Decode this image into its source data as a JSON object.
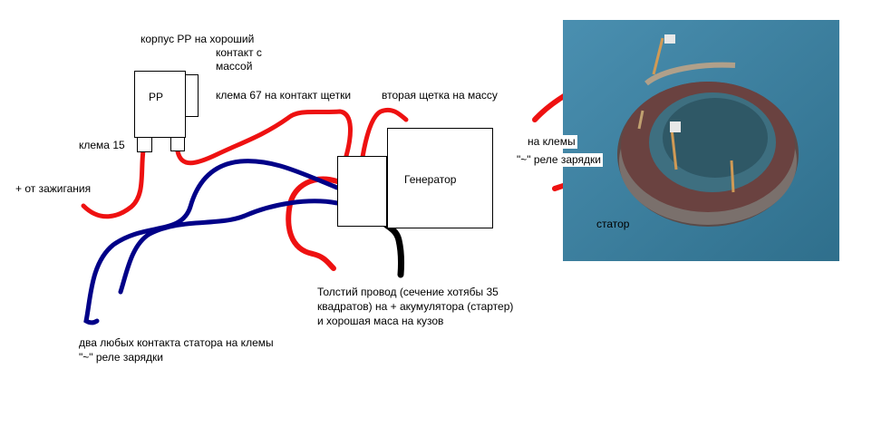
{
  "diagram": {
    "labels": {
      "body_contact": "корпус РР на хороший",
      "body_contact_2": "контакт с",
      "body_contact_3": "массой",
      "rr_box": "РР",
      "terminal_67": "клема 67 на контакт щетки",
      "second_brush": "вторая щетка на массу",
      "terminal_15": "клема 15",
      "ignition": "+ от зажигания",
      "generator": "Генератор",
      "thick_wire_1": "Толстий провод (сечение хотябы 35",
      "thick_wire_2": "квадратов) на + акумулятора (стартер)",
      "thick_wire_3": "и хорошая маса на кузов",
      "stator_contacts_1": "два любых контакта статора на клемы",
      "stator_contacts_2": "\"~\" реле зарядки",
      "photo_terminals_1": "на клемы",
      "photo_terminals_2": "\"~\" реле зарядки",
      "stator": "статор"
    },
    "colors": {
      "red_wire": "#ee1111",
      "blue_wire": "#000088",
      "black_wire": "#000000",
      "photo_bg": "#3a7d9a"
    }
  }
}
